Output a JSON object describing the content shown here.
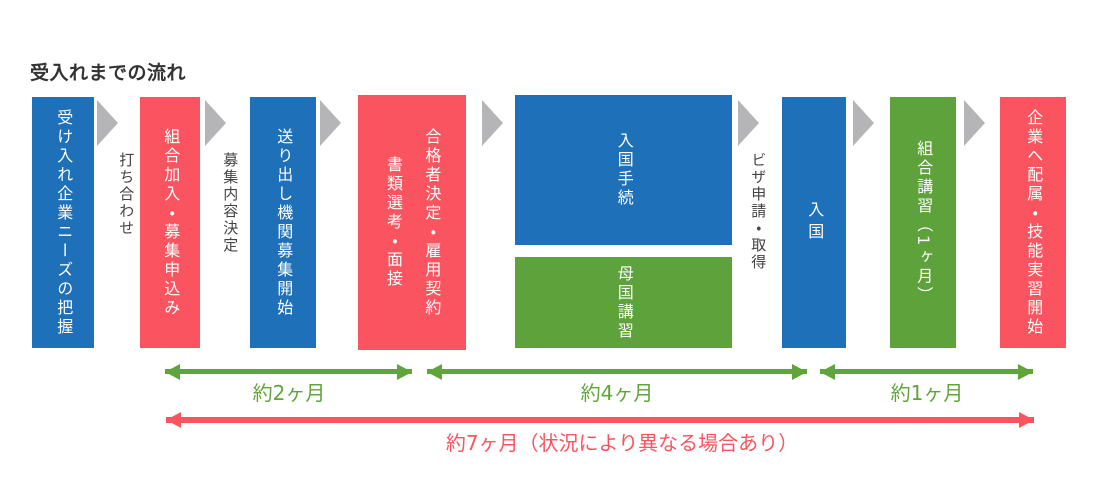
{
  "title": "受入れまでの流れ",
  "colors": {
    "box_blue": "#1e70b8",
    "box_red": "#f9545f",
    "box_green": "#5da23b",
    "flow_arrow_gray": "#b5b5b8",
    "timeline_green": "#5fa53a",
    "timeline_red": "#f9545f",
    "title_text": "#333333",
    "connector_label_text": "#444444"
  },
  "steps": [
    {
      "label": "受け入れ企業ニーズの把握",
      "color": "blue"
    },
    {
      "label": "組合加入・募集申込み",
      "color": "red"
    },
    {
      "label": "送り出し機関募集開始",
      "color": "blue"
    },
    {
      "lines": [
        "合格者決定・雇用契約",
        "書類選考・面接"
      ],
      "color": "red"
    },
    {
      "label": "入国手続",
      "color": "blue"
    },
    {
      "label": "母国講習",
      "color": "green"
    },
    {
      "label": "入国",
      "color": "blue"
    },
    {
      "label": "組合講習（1ヶ月）",
      "color": "green"
    },
    {
      "label": "企業へ配属・技能実習開始",
      "color": "red"
    }
  ],
  "connector_labels": {
    "meeting": "打ち合わせ",
    "recruit_decision": "募集内容決定",
    "visa": "ビザ申請・取得"
  },
  "timeline": {
    "green_spans": [
      {
        "label": "約2ヶ月"
      },
      {
        "label": "約4ヶ月"
      },
      {
        "label": "約1ヶ月"
      }
    ],
    "red_span": {
      "label": "約7ヶ月（状況により異なる場合あり）"
    }
  }
}
